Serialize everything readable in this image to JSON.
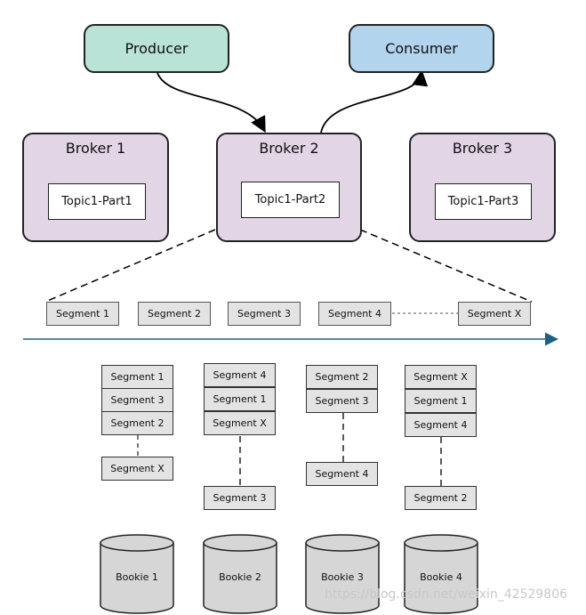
{
  "producer": {
    "label": "Producer"
  },
  "consumer": {
    "label": "Consumer"
  },
  "brokers": [
    {
      "name": "Broker 1",
      "partition": "Topic1-Part1"
    },
    {
      "name": "Broker 2",
      "partition": "Topic1-Part2"
    },
    {
      "name": "Broker 3",
      "partition": "Topic1-Part3"
    }
  ],
  "segments_row": [
    "Segment 1",
    "Segment 2",
    "Segment 3",
    "Segment 4",
    "Segment X"
  ],
  "bookies": [
    {
      "name": "Bookie 1",
      "stack": [
        "Segment 1",
        "Segment 3",
        "Segment 2"
      ],
      "extra": "Segment X"
    },
    {
      "name": "Bookie 2",
      "stack": [
        "Segment 4",
        "Segment 1",
        "Segment X"
      ],
      "extra": "Segment 3"
    },
    {
      "name": "Bookie 3",
      "stack": [
        "Segment 2",
        "Segment 3"
      ],
      "extra": "Segment 4"
    },
    {
      "name": "Bookie 4",
      "stack": [
        "Segment X",
        "Segment 1",
        "Segment 4"
      ],
      "extra": "Segment 2"
    }
  ],
  "watermark": "https://blog.csdn.net/weixin_42529806",
  "colors": {
    "producer": "#b8e3d6",
    "consumer": "#b2d4ec",
    "broker": "#e2d6e6",
    "segment": "#e3e3e3",
    "timeline": "#1f5f86"
  }
}
